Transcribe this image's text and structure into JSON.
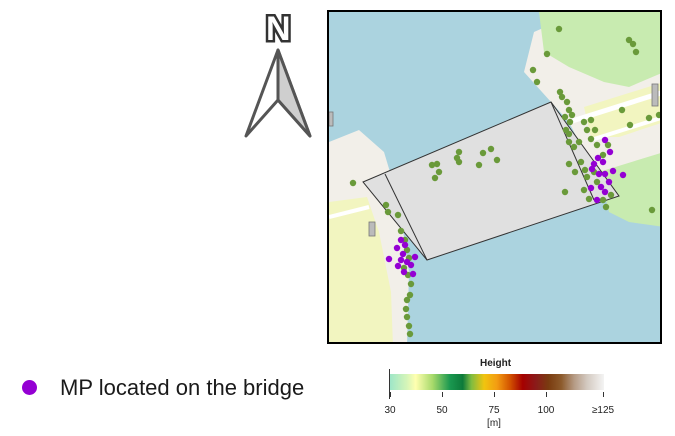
{
  "north_arrow": {
    "letter": "N"
  },
  "legend": {
    "marker_label": "MP located on the bridge",
    "marker_color": "#9400d3",
    "measure_point_color": "#6a9a3a"
  },
  "colorbar": {
    "title": "Height",
    "unit": "[m]",
    "ticks": [
      {
        "label": "30"
      },
      {
        "label": "50"
      },
      {
        "label": "75"
      },
      {
        "label": "100"
      },
      {
        "label": "≥125"
      }
    ]
  },
  "map": {
    "colors": {
      "water": "#abd3df",
      "land": "#f2efe9",
      "park": "#c8ebb0",
      "yellow": "#f2f5c0",
      "bridge": "#e0e0e0",
      "road": "#ffffff"
    }
  }
}
